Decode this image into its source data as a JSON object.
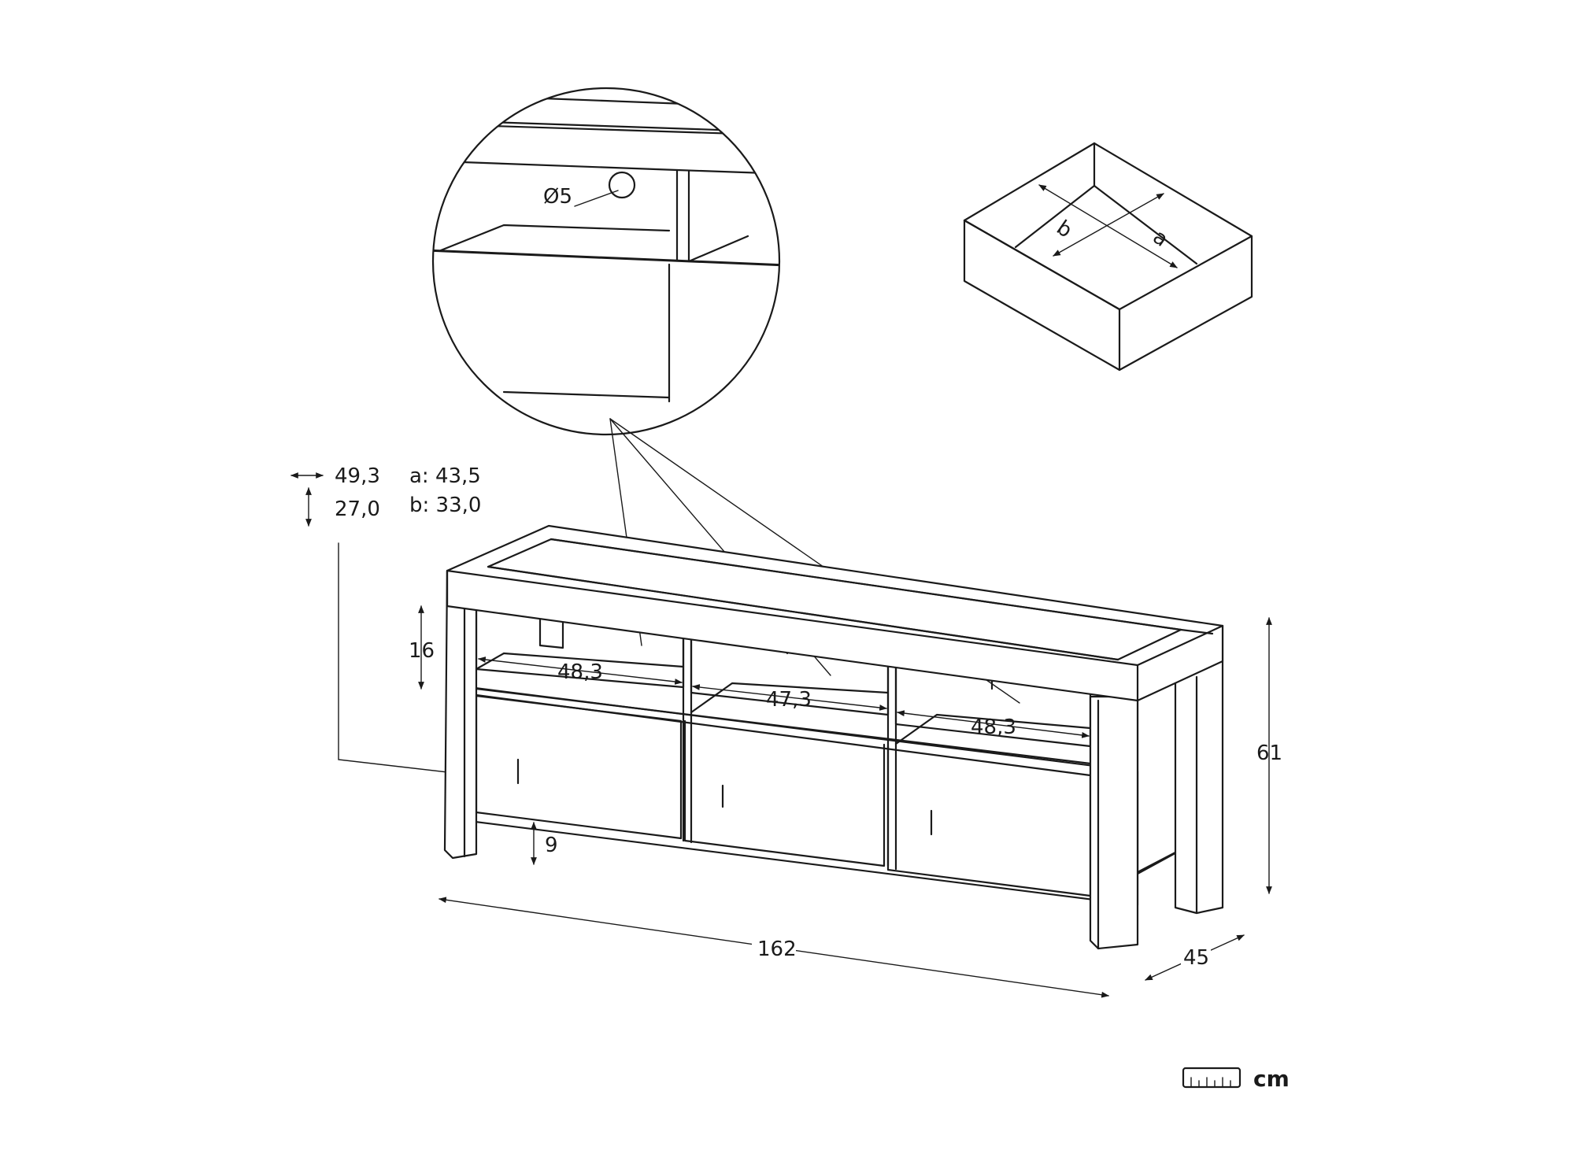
{
  "detail": {
    "hole_label": "Ø5"
  },
  "drawer": {
    "label_a": "a",
    "label_b": "b"
  },
  "specs": {
    "drawer_width": "49,3",
    "drawer_height": "27,0",
    "a_value": "a: 43,5",
    "b_value": "b: 33,0"
  },
  "dimensions": {
    "shelf_height": "16",
    "shelf_left": "48,3",
    "shelf_middle": "47,3",
    "shelf_right": "48,3",
    "leg_height": "9",
    "total_width": "162",
    "total_depth": "45",
    "total_height": "61"
  },
  "unit": {
    "label": "cm",
    "icon": "ruler-icon"
  }
}
